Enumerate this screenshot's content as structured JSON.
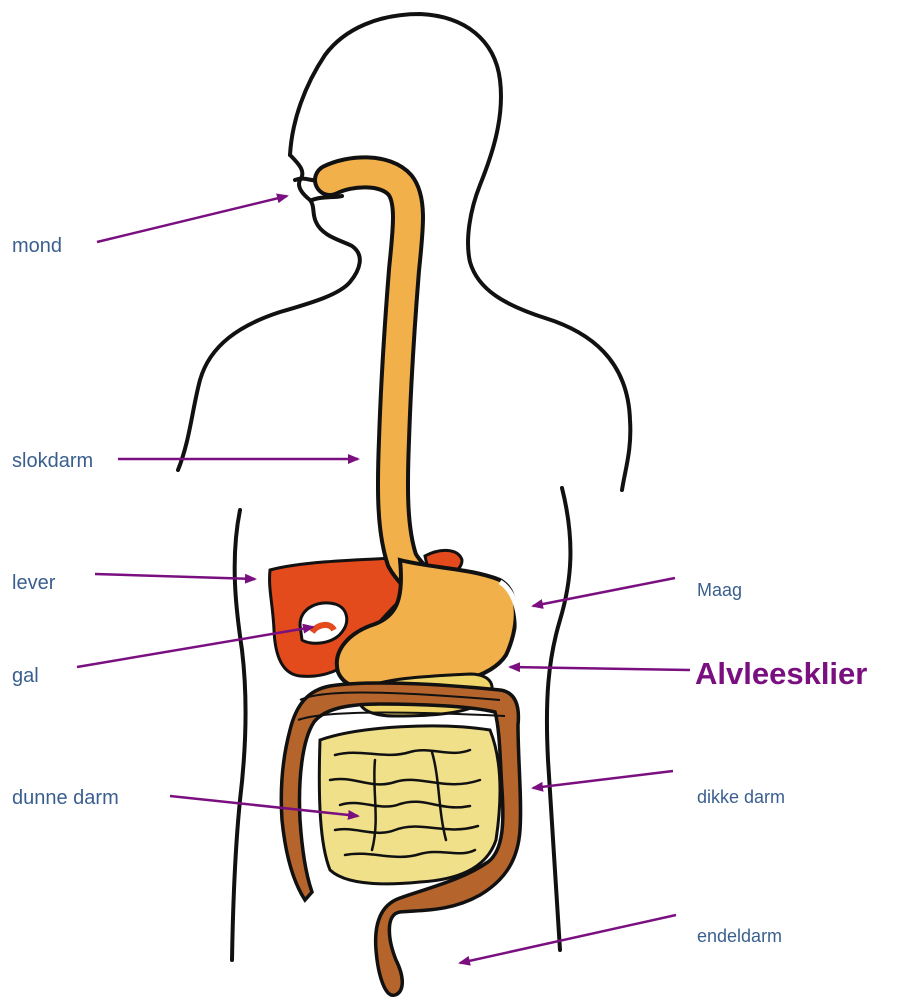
{
  "colors": {
    "outline": "#111111",
    "esophagus_stomach": "#f2b04a",
    "stomach_shadow": "#e89a35",
    "liver": "#e34a1c",
    "pancreas": "#f0d66a",
    "small_intestine": "#efe089",
    "large_intestine": "#b5652b",
    "arrow": "#7a0f80",
    "label_text": "#3a5f8f"
  },
  "labels": {
    "mond": "mond",
    "slokdarm": "slokdarm",
    "lever": "lever",
    "gal": "gal",
    "dunne_darm": "dunne darm",
    "maag": "Maag",
    "alvleesklier": "Alvleesklier",
    "dikke_darm": "dikke darm",
    "endeldarm": "endeldarm"
  }
}
